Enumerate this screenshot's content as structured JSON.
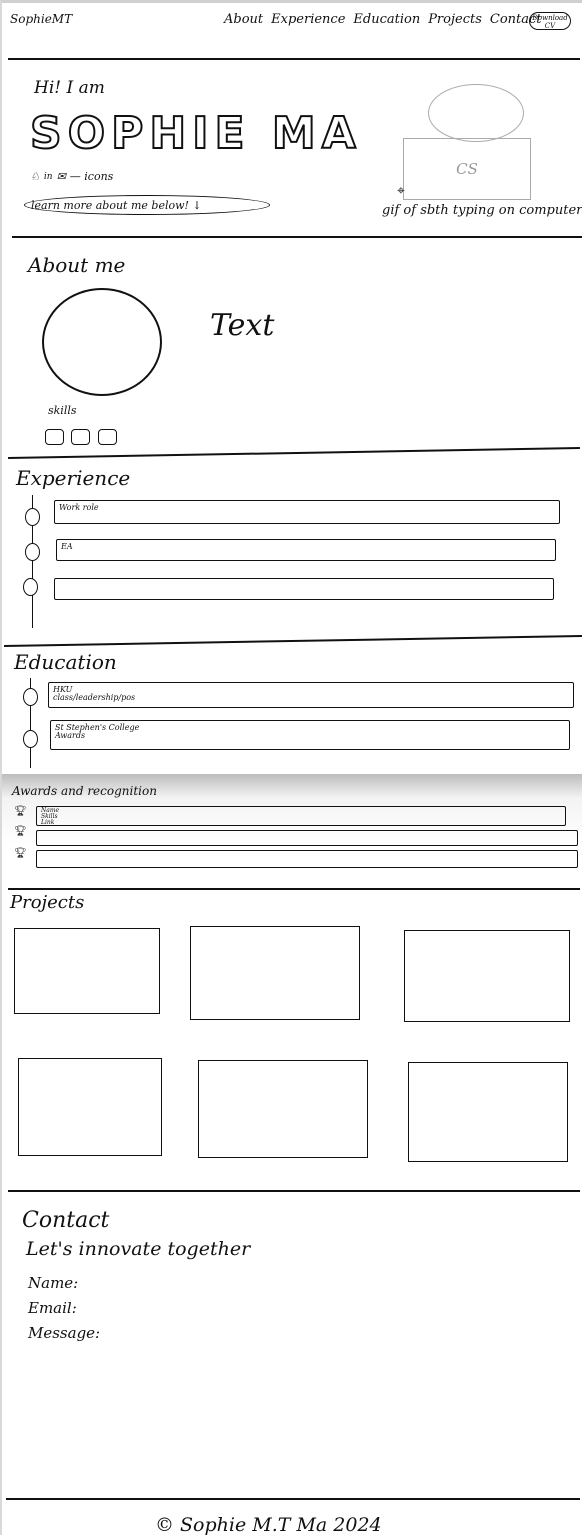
{
  "nav": {
    "brand": "SophieMT",
    "links": [
      "About",
      "Experience",
      "Education",
      "Projects",
      "Contact"
    ],
    "cv_button": "Download CV"
  },
  "hero": {
    "greeting": "Hi! I am",
    "name": "SOPHIE MA",
    "icons_note": "— icons",
    "cta": "learn more about me below! ↓",
    "laptop_label": "CS",
    "gif_caption": "gif of sbth typing on computer"
  },
  "about": {
    "title": "About me",
    "body": "Text",
    "skills_label": "skills",
    "skill_count": 3
  },
  "experience": {
    "title": "Experience",
    "items": [
      {
        "label": "Work role"
      },
      {
        "label": "EA"
      },
      {
        "label": ""
      }
    ]
  },
  "education": {
    "title": "Education",
    "items": [
      {
        "line1": "HKU",
        "line2": "class/leadership/pos"
      },
      {
        "line1": "St Stephen's College",
        "line2": "Awards"
      }
    ]
  },
  "awards": {
    "title": "Awards and recognition",
    "first_item": [
      "Name",
      "Skills",
      "Link"
    ]
  },
  "projects": {
    "title": "Projects",
    "count": 6
  },
  "contact": {
    "title": "Contact",
    "tagline": "Let's innovate together",
    "fields": [
      "Name:",
      "Email:",
      "Message:"
    ]
  },
  "footer": {
    "text": "© Sophie M.T Ma 2024"
  }
}
